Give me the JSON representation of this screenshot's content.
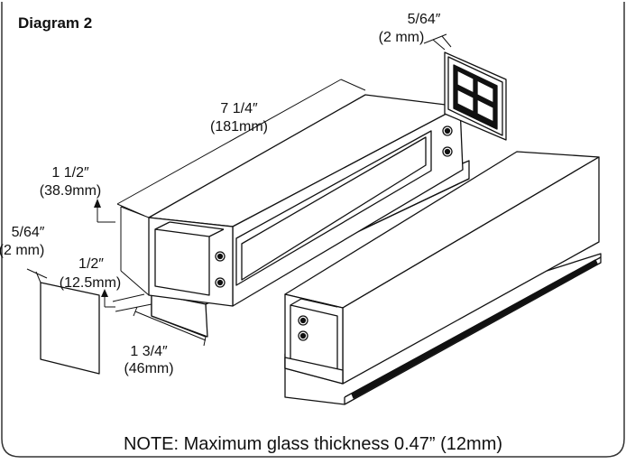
{
  "diagram": {
    "title": "Diagram 2",
    "note": "NOTE: Maximum glass thickness 0.47” (12mm)",
    "dimensions": {
      "plate_thickness_top": {
        "imperial": "5/64″",
        "metric": "(2 mm)"
      },
      "length": {
        "imperial": "7 1/4″",
        "metric": "(181mm)"
      },
      "height": {
        "imperial": "1 1/2″",
        "metric": "(38.9mm)"
      },
      "plate_thickness_left": {
        "imperial": "5/64″",
        "metric": "(2 mm)"
      },
      "channel_depth": {
        "imperial": "1/2″",
        "metric": "(12.5mm)"
      },
      "width": {
        "imperial": "1 3/4″",
        "metric": "(46mm)"
      }
    }
  }
}
